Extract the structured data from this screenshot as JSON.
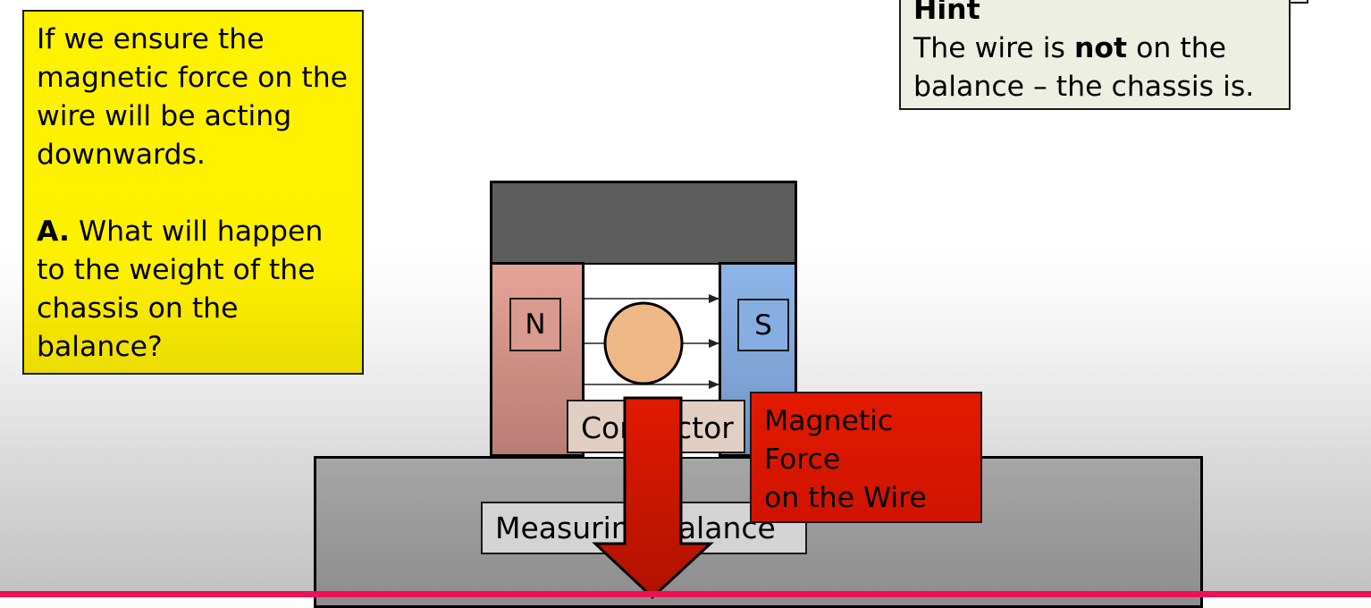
{
  "question": {
    "intro_lines": [
      "If we ensure the",
      "magnetic force on the",
      "wire will be acting",
      "downwards."
    ],
    "part_label": "A.",
    "part_first_line": " What will happen",
    "part_lines": [
      "to the weight of the",
      "chassis on the",
      "balance?"
    ]
  },
  "hint": {
    "title": "Hint",
    "line1_before": "The wire is ",
    "line1_bold": "not",
    "line1_after": " on the",
    "line2": "balance – the chassis is."
  },
  "magnet": {
    "north_label": "N",
    "south_label": "S"
  },
  "conductor": {
    "label": "Conductor"
  },
  "balance": {
    "label": "Measuring Balance"
  },
  "force": {
    "lines": [
      "Magnetic",
      "Force",
      "on the Wire"
    ]
  },
  "colors": {
    "question_bg": "#fff200",
    "hint_bg": "#ecefe2",
    "north_pole": "#d99a8f",
    "south_pole": "#87aee2",
    "conductor": "#efb887",
    "force_arrow": "#d81800",
    "bottom_rule": "#ee1055"
  }
}
